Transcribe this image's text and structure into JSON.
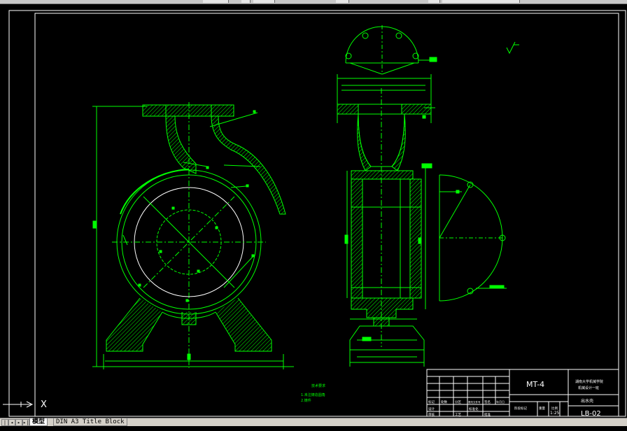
{
  "colors": {
    "drawing": "#00ff00",
    "outline": "#00ff00",
    "background": "#000000",
    "white": "#ffffff",
    "hatch": "#00ff00"
  },
  "note": {
    "heading": "技术要求",
    "line1": "1.未注铸造圆角",
    "line2": "2.铸件"
  },
  "title_block": {
    "drawing_no": "MT-4",
    "school_line1": "湖南大学机械学院",
    "school_line2": "机械设计一班",
    "part_name": "出水壳",
    "scale": "1:25",
    "code": "LB-02",
    "row_labels": [
      "标记",
      "处数",
      "分区",
      "更改文件号",
      "签名",
      "年月日"
    ],
    "row2_labels": [
      "设计",
      "标准化",
      "阶段标记",
      "重量",
      "比例"
    ],
    "row3_labels": [
      "审核",
      "工艺",
      "批准"
    ]
  },
  "ucs": {
    "axis_x": "X"
  },
  "tabs": [
    {
      "label": "模型",
      "active": true
    },
    {
      "label": "DIN A3 Title Block",
      "active": false
    }
  ],
  "nav_buttons": [
    "first-tab-icon",
    "prev-tab-icon",
    "next-tab-icon",
    "last-tab-icon"
  ]
}
